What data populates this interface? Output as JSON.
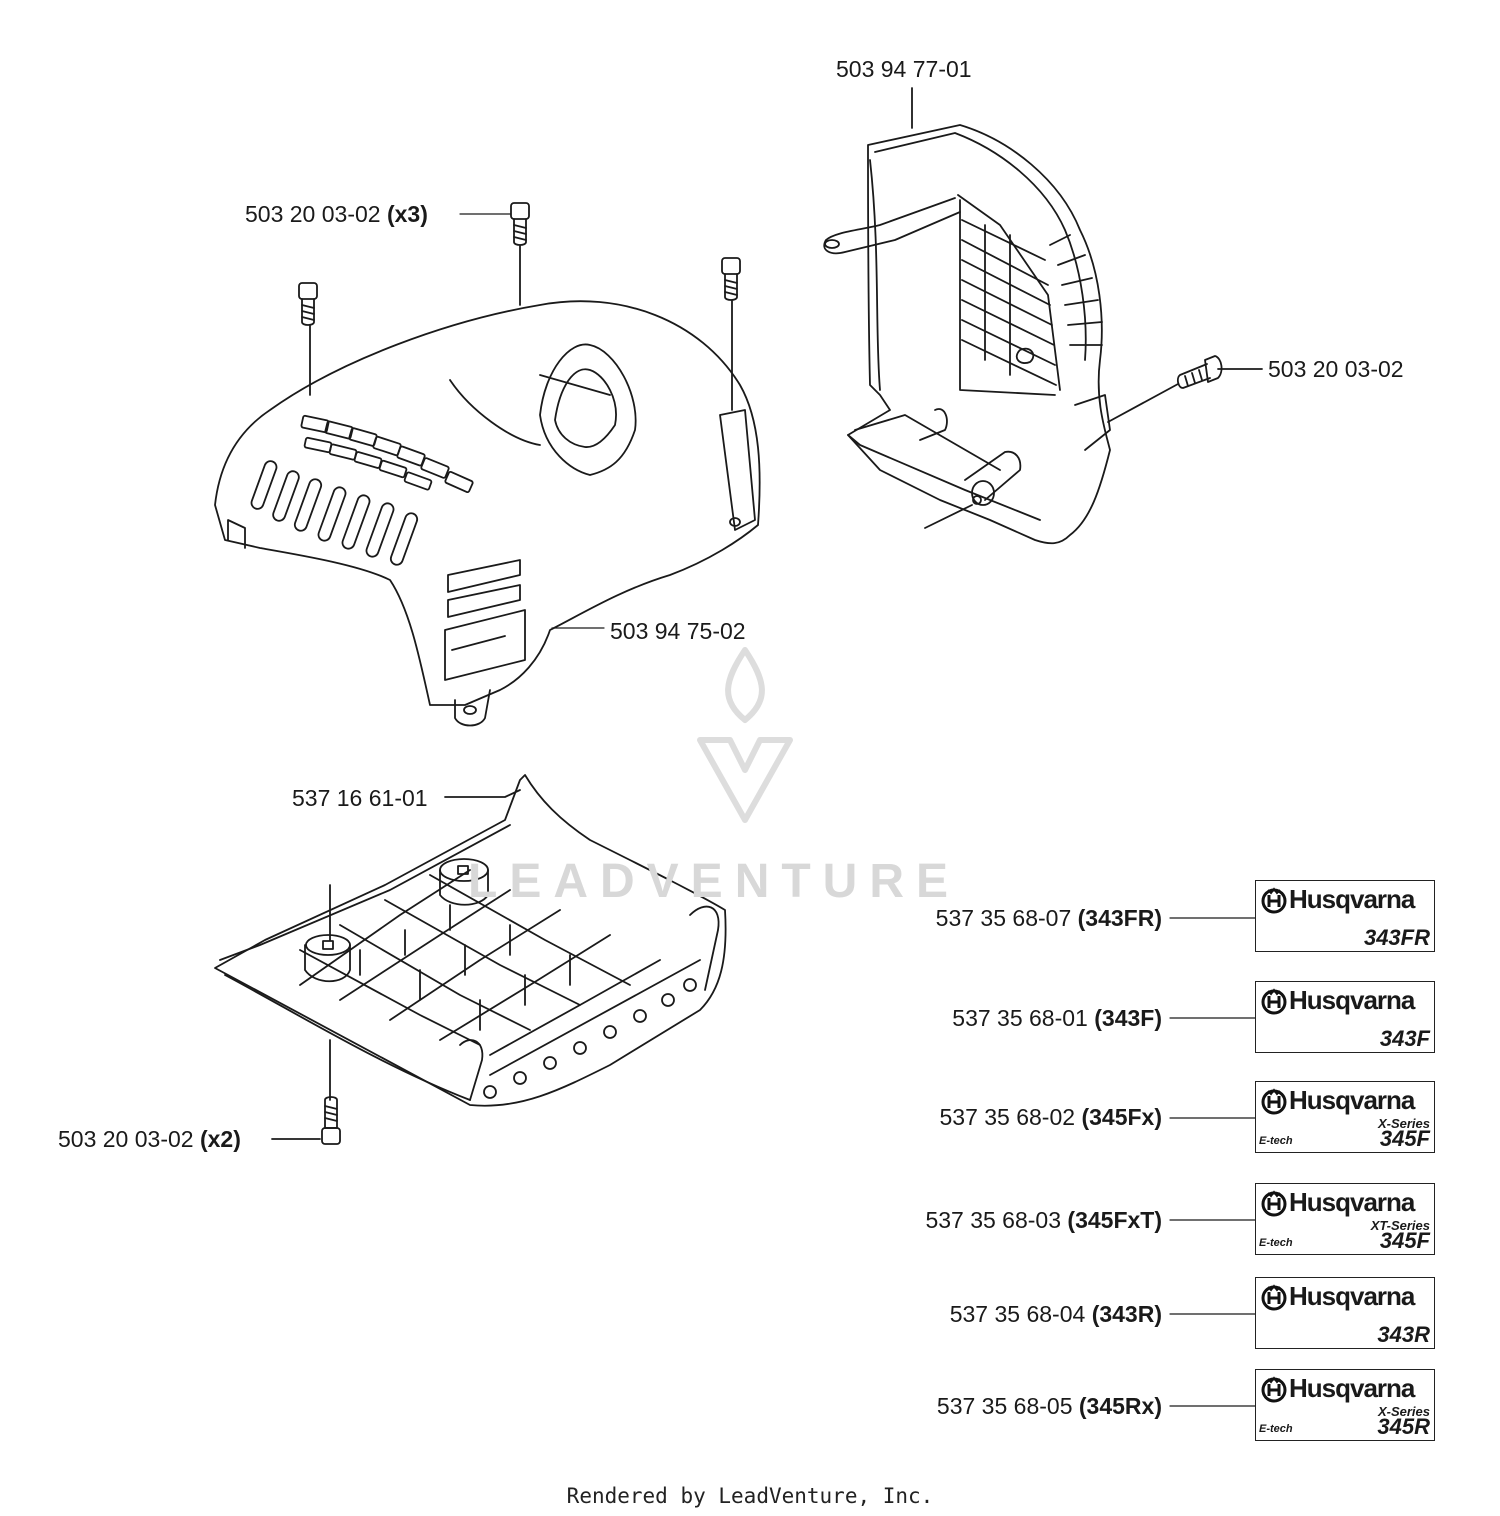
{
  "callouts": {
    "bolt_x3": {
      "part": "503 20 03-02",
      "qty": "(x3)"
    },
    "cylinder_cover": {
      "part": "503 94 75-02"
    },
    "muffler_guard": {
      "part": "503 94 77-01"
    },
    "muffler_bolt": {
      "part": "503 20 03-02"
    },
    "bottom_plate": {
      "part": "537 16 61-01"
    },
    "bolt_x2": {
      "part": "503 20 03-02",
      "qty": "(x2)"
    }
  },
  "decals": [
    {
      "part": "537 35 68-07",
      "model_code": "(343FR)",
      "brand": "Husqvarna",
      "series": "",
      "etech": "",
      "model": "343FR"
    },
    {
      "part": "537 35 68-01",
      "model_code": "(343F)",
      "brand": "Husqvarna",
      "series": "",
      "etech": "",
      "model": "343F"
    },
    {
      "part": "537 35 68-02",
      "model_code": "(345Fx)",
      "brand": "Husqvarna",
      "series": "X-Series",
      "etech": "E-tech",
      "model": "345F"
    },
    {
      "part": "537 35 68-03",
      "model_code": "(345FxT)",
      "brand": "Husqvarna",
      "series": "XT-Series",
      "etech": "E-tech",
      "model": "345F"
    },
    {
      "part": "537 35 68-04",
      "model_code": "(343R)",
      "brand": "Husqvarna",
      "series": "",
      "etech": "",
      "model": "343R"
    },
    {
      "part": "537 35 68-05",
      "model_code": "(345Rx)",
      "brand": "Husqvarna",
      "series": "X-Series",
      "etech": "E-tech",
      "model": "345R"
    }
  ],
  "watermark": "LEADVENTURE",
  "footer": "Rendered by LeadVenture, Inc."
}
